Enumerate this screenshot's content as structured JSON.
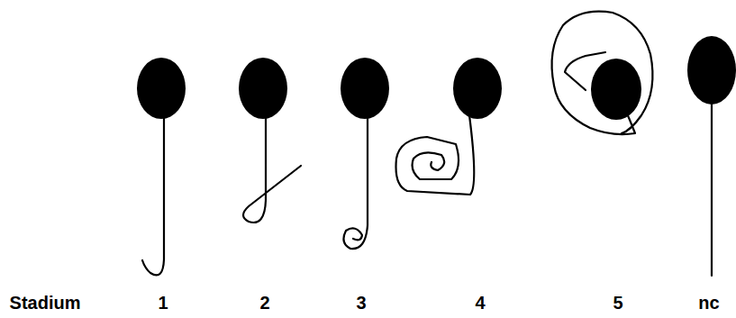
{
  "diagram": {
    "labels": [
      "Stadium",
      "1",
      "2",
      "3",
      "4",
      "5",
      "nc"
    ]
  }
}
